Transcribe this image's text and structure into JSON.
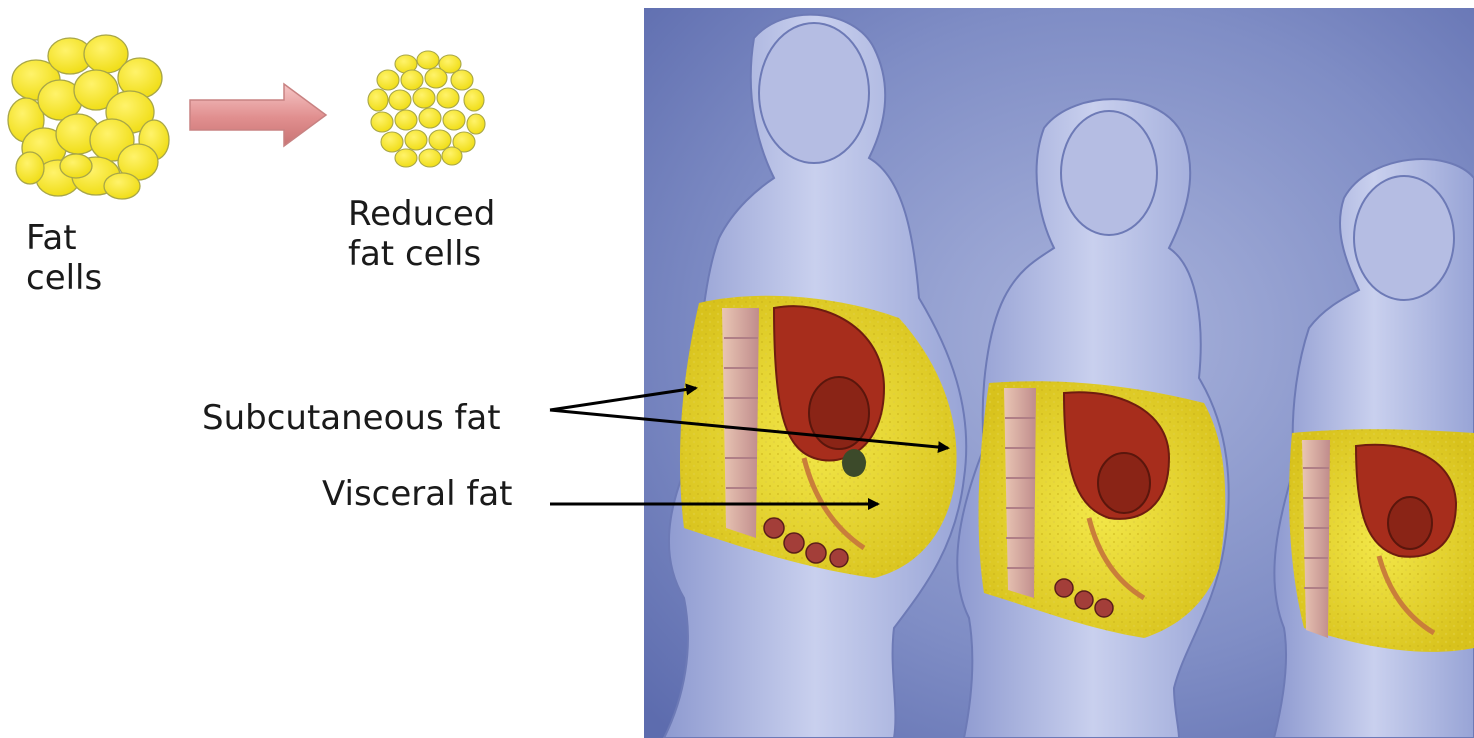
{
  "diagram": {
    "labels": {
      "fat_cells_line1": "Fat",
      "fat_cells_line2": "cells",
      "reduced_line1": "Reduced",
      "reduced_line2": "fat cells",
      "subcutaneous": "Subcutaneous fat",
      "visceral": "Visceral fat"
    },
    "colors": {
      "fat_yellow": "#f5e62a",
      "fat_outline": "#b8b455",
      "arrow_pink": "#e7a0a0",
      "background_blue": "#7d8cc4",
      "organ_red": "#a42f1e"
    },
    "icons": [
      "fat-cell-cluster-icon",
      "right-arrow-icon",
      "reduced-fat-cell-cluster-icon",
      "figure-obese",
      "figure-medium",
      "figure-slim"
    ]
  }
}
